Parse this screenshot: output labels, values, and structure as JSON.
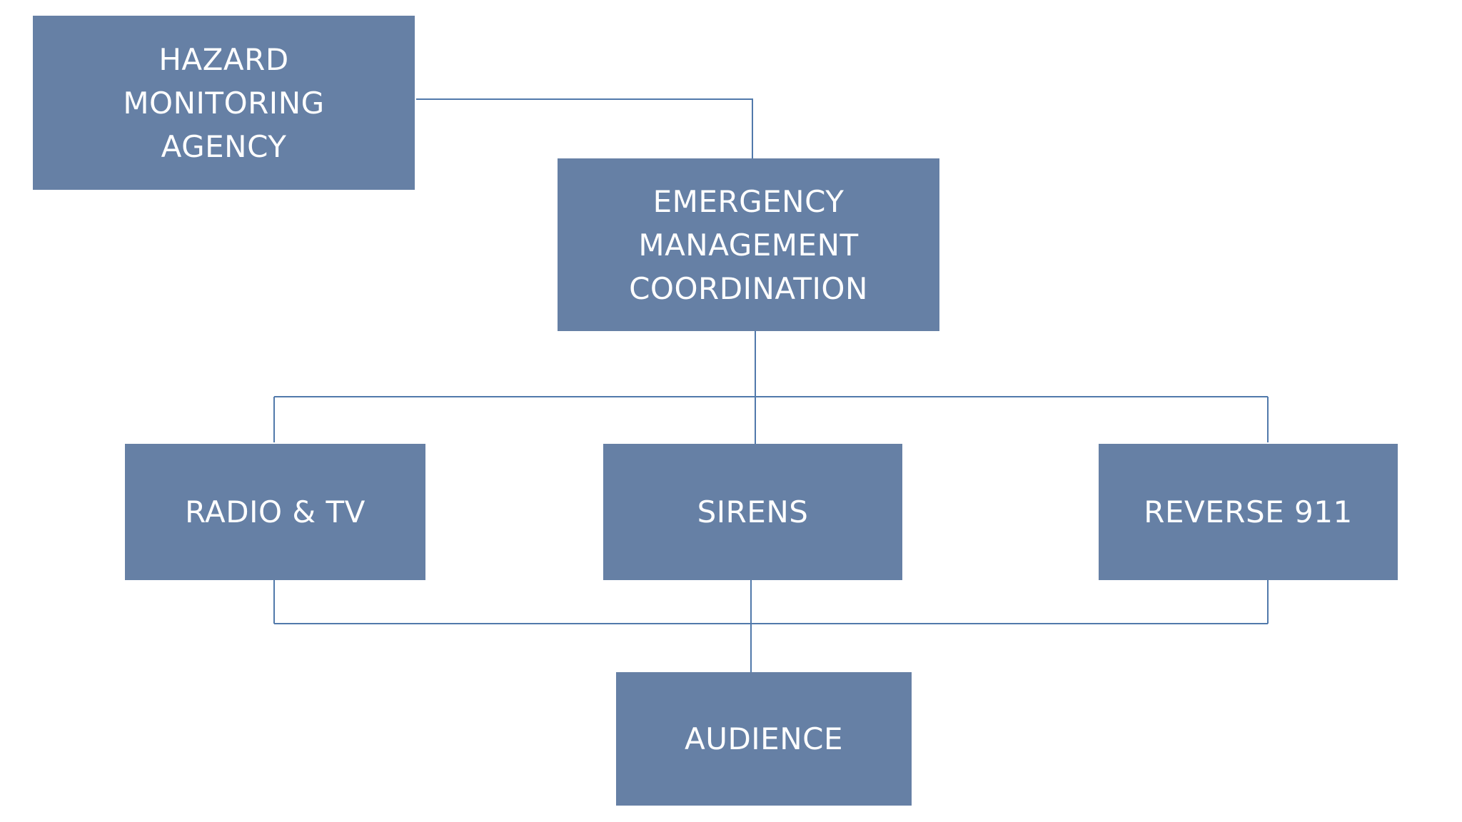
{
  "nodes": {
    "hazard": "HAZARD\nMONITORING\nAGENCY",
    "emergency": "EMERGENCY\nMANAGEMENT\nCOORDINATION",
    "radio": "RADIO & TV",
    "sirens": "SIRENS",
    "reverse": "REVERSE 911",
    "audience": "AUDIENCE"
  },
  "colors": {
    "box": "#6680a5",
    "connector": "#5179ab",
    "text": "#ffffff",
    "background": "#ffffff"
  }
}
